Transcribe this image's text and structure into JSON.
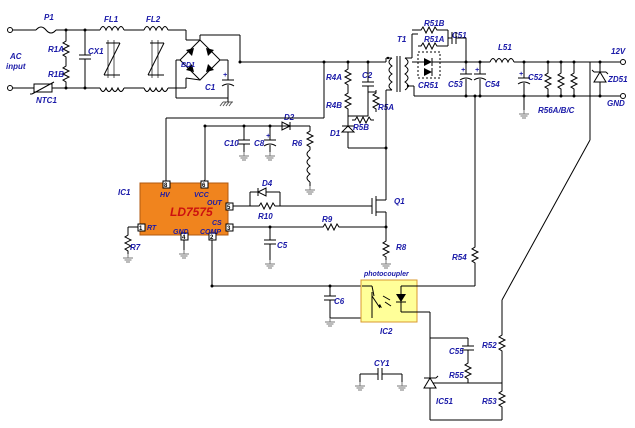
{
  "labels": {
    "ac_input": "AC",
    "ac_input2": "input",
    "fuse": "P1",
    "r1a": "R1A",
    "r1b": "R1B",
    "ntc": "NTC1",
    "cx1": "CX1",
    "fl1": "FL1",
    "fl2": "FL2",
    "bd1": "BD1",
    "c1": "C1",
    "r4a": "R4A",
    "r4b": "R4B",
    "c2": "C2",
    "r5a": "R5A",
    "r5b": "R5B",
    "d1": "D1",
    "t1": "T1",
    "r51b": "R51B",
    "r51a": "R51A",
    "c51": "C51",
    "cr51": "CR51",
    "l51": "L51",
    "c53": "C53",
    "c54": "C54",
    "c52": "C52",
    "r56": "R56A/B/C",
    "zd51": "ZD51",
    "out_12v": "12V",
    "out_gnd": "GND",
    "c10": "C10",
    "c8": "C8",
    "d2": "D2",
    "r6": "R6",
    "ic1": "IC1",
    "d4": "D4",
    "r10": "R10",
    "q1": "Q1",
    "r9": "R9",
    "r7": "R7",
    "c5": "C5",
    "r8": "R8",
    "r54": "R54",
    "photocoupler": "photocoupler",
    "c6": "C6",
    "ic2": "IC2",
    "c55": "C55",
    "r55": "R55",
    "r52": "R52",
    "cy1": "CY1",
    "ic51": "IC51",
    "r53": "R53"
  },
  "ic": {
    "name": "LD7575",
    "pins": {
      "hv": "HV",
      "vcc": "VCC",
      "out": "OUT",
      "rt": "RT",
      "cs": "CS",
      "gnd": "GND",
      "comp": "COMP"
    },
    "pin_numbers": {
      "hv": "8",
      "vcc": "6",
      "out": "5",
      "rt": "1",
      "cs": "3",
      "gnd": "4",
      "comp": "2"
    }
  },
  "colors": {
    "label": "#1a1aa8",
    "ic_fill": "#f0841e",
    "ic_title": "#cc1010",
    "photocoupler_fill": "#ffff99",
    "photocoupler_border": "#d89a30",
    "wire": "#000000",
    "ground": "#777777"
  }
}
